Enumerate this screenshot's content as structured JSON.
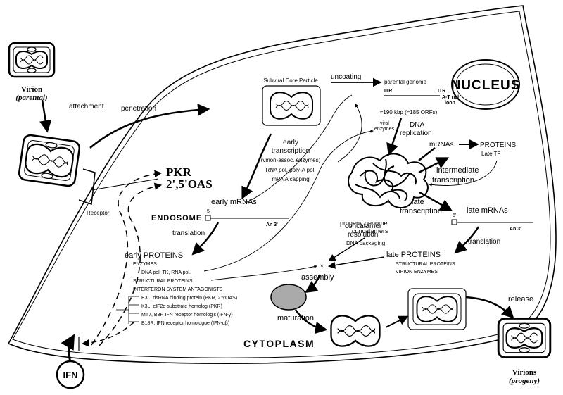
{
  "labels": {
    "virion_parental": "Virion",
    "parental_sub": "(parental)",
    "attachment": "attachment",
    "penetration": "penetration",
    "receptor": "Receptor",
    "pkr": "PKR",
    "oas": "2',5'OAS",
    "endosome": "ENDOSOME",
    "subviral_core": "Subviral Core Particle",
    "uncoating": "uncoating",
    "parental_genome": "parental genome",
    "itr_left": "ITR",
    "itr_right": "ITR",
    "at_rich_1": "A-T rich",
    "at_rich_2": "loop",
    "genome_size": "≈190 kbp (≈185 ORFs)",
    "nucleus": "NUCLEUS",
    "viral_enzymes_1": "viral",
    "viral_enzymes_2": "enzymes",
    "dna_replication_1": "DNA",
    "dna_replication_2": "replication",
    "early_transcription_1": "early",
    "early_transcription_2": "transcription",
    "early_transcription_3": "(virion-assoc. enzymes)",
    "early_transcription_4": "RNA pol, poly-A pol,",
    "early_transcription_5": "mRNA capping",
    "early_mrnas": "early mRNAs",
    "five_prime_early": "5'",
    "an3_early": "An 3'",
    "translation_early": "translation",
    "early_proteins": "early PROTEINS",
    "enzymes": "ENZYMES",
    "dna_pol": "DNA pol. TK, RNA pol.",
    "structural_proteins": "STRUCTURAL PROTEINS",
    "interferon_antagonists": "INTERFERON SYSTEM ANTAGONISTS",
    "e3l": "E3L: dsRNA binding protein (PKR, 2'5'OAS)",
    "k3l": "K3L: eIF2α substrate homolog (PKR)",
    "mt7": "MT7, B8R IFN receptor homolog's (IFN-γ)",
    "b18r": "B18R: IFN receptor homologue (IFN-αβ)",
    "mrnas": "mRNAs",
    "proteins": "PROTEINS",
    "late_tf": "Late TF",
    "intermediate_1": "intermediate",
    "intermediate_2": "transcription",
    "progeny_1": "progeny genome",
    "progeny_2": "concatamers",
    "late_transcription_1": "late",
    "late_transcription_2": "transcription",
    "late_mrnas": "late mRNAs",
    "five_prime_late": "5'",
    "an3_late": "An 3'",
    "concatamer_1": "concatamer",
    "concatamer_2": "resolution",
    "dna_packaging": "DNA packaging",
    "late_proteins": "late PROTEINS",
    "translation_late": "translation",
    "structural_proteins_late": "STRUCTURAL PROTEINS",
    "virion_enzymes": "VIRION ENZYMES",
    "assembly": "assembly",
    "maturation": "maturation",
    "release": "release",
    "cytoplasm": "CYTOPLASM",
    "ifn": "IFN",
    "virions_progeny": "Virions",
    "progeny_sub": "(progeny)"
  }
}
